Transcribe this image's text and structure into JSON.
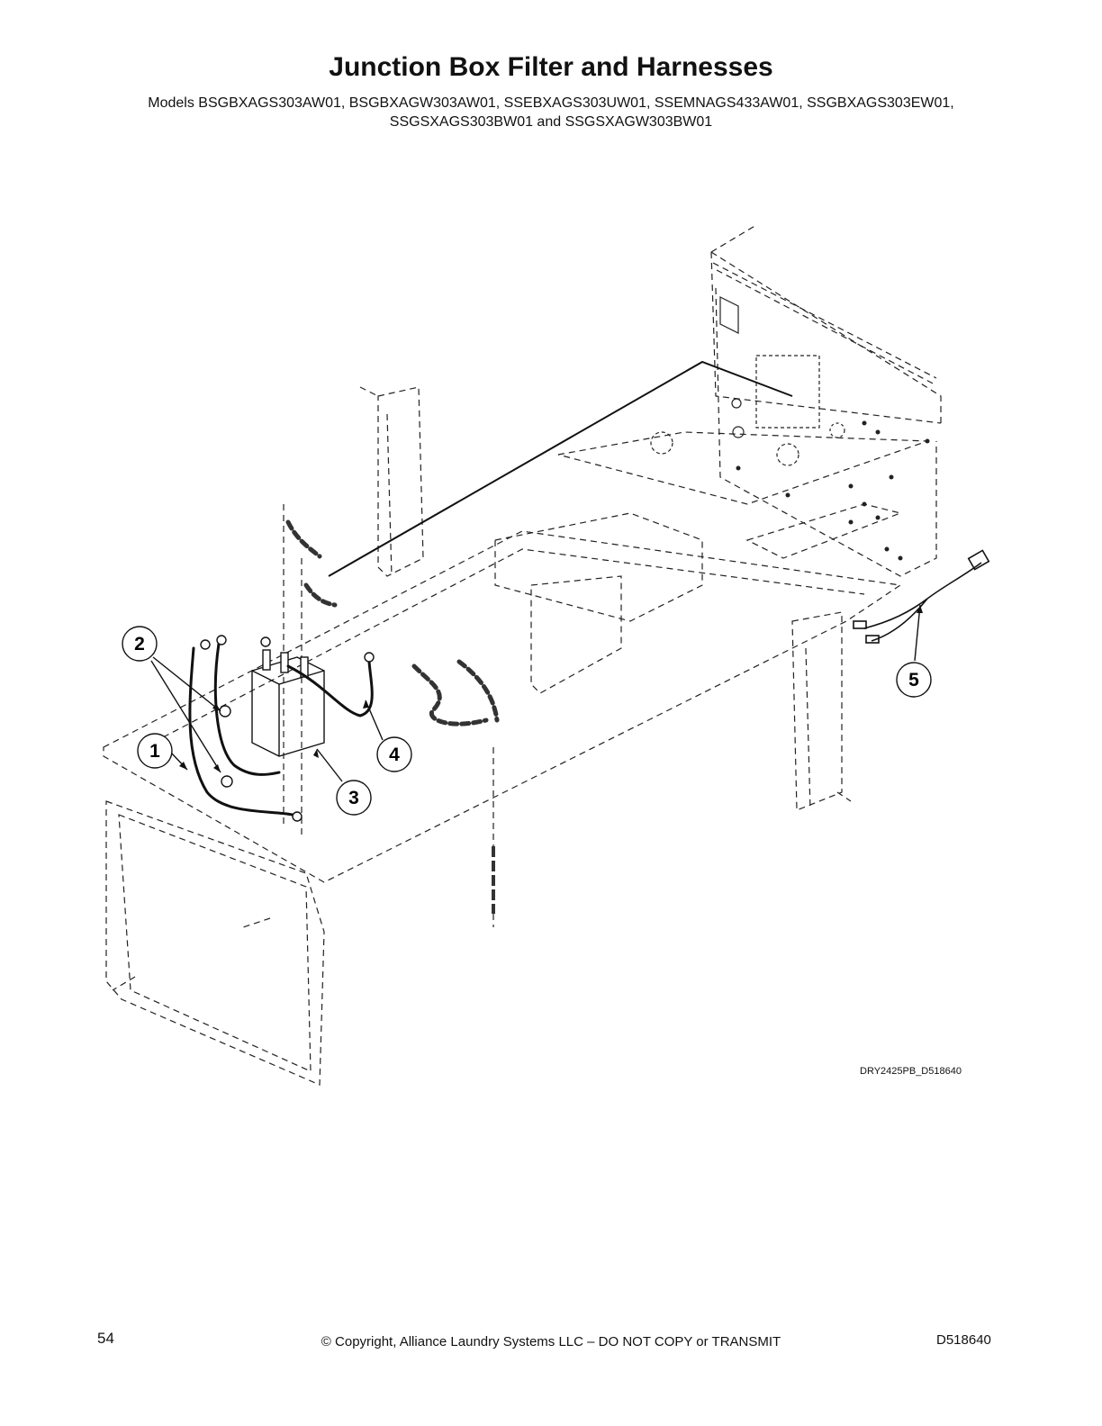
{
  "title": "Junction Box Filter and Harnesses",
  "subtitle_lines": [
    "Models BSGBXAGS303AW01, BSGBXAGW303AW01, SSEBXAGS303UW01, SSEMNAGS433AW01, SSGBXAGS303EW01,",
    "SSGSXAGS303BW01 and SSGSXAGW303BW01"
  ],
  "diagram": {
    "callouts": [
      {
        "label": "1"
      },
      {
        "label": "2"
      },
      {
        "label": "3"
      },
      {
        "label": "4"
      },
      {
        "label": "5"
      }
    ],
    "figure_id": "DRY2425PB_D518640"
  },
  "footer": {
    "page_number": "54",
    "copyright": "© Copyright, Alliance Laundry Systems LLC – DO NOT COPY or TRANSMIT",
    "document_number": "D518640"
  }
}
